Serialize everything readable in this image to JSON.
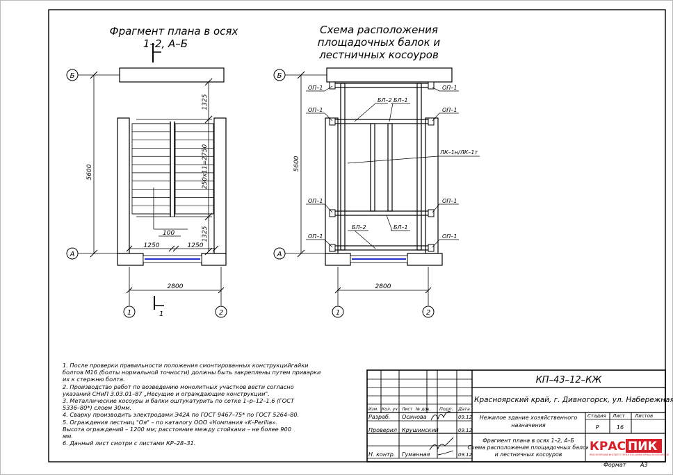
{
  "left_drawing": {
    "title_line1": "Фрагмент плана в осях",
    "title_line2": "1–2, А–Б",
    "axis_top": "Б",
    "axis_bottom": "А",
    "axis_left": "1",
    "axis_right": "2",
    "dim_vertical_total": "5600",
    "dim_top": "1325",
    "dim_mid": "250x11=2750",
    "dim_bottom": "1325",
    "dim_100": "100",
    "dim_1250_left": "1250",
    "dim_1250_right": "1250",
    "dim_width": "2800",
    "section_mark": "1"
  },
  "right_drawing": {
    "title_line1": "Схема расположения",
    "title_line2": "площадочных балок и",
    "title_line3": "лестничных косоуров",
    "axis_top": "Б",
    "axis_bottom": "А",
    "axis_left": "1",
    "axis_right": "2",
    "dim_vertical_total": "5600",
    "dim_width": "2800",
    "op1": "ОП–1",
    "bl1": "БЛ–1",
    "bl2": "БЛ–2",
    "lk": "ЛК–1н/ЛК–1т"
  },
  "notes": [
    "1.  После проверки правильности положения смонтированных конструкцийгайки",
    "болтов М16 (болты нормальной точности) должны быть закреплены путем приварки",
    "их к стержню болта.",
    "2.  Производство работ по возведению монолитных участков  вести согласно",
    "указаний  СНиП 3.03.01–87   „Несущие и ограждающие конструкции\".",
    "3. Металлические косоуры и балки оштукатурить по сетке 1–р–12–1.6 (ГОСТ",
    "5336–80*) слоем 30мм.",
    "4.  Сварку  производить электродами  Э42А по ГОСТ 9467–75* по ГОСТ 5264–80.",
    "5.   Ограждения лестниц \"Оя\" – по каталогу  ООО «Компания «K–Perilla».",
    "      Высота ограждений   –   1200 мм; расстояние между стойками – не более 900",
    "мм.",
    "6.  Данный лист смотри с листами КР–28–31."
  ],
  "stamp": {
    "code": "КП–43–12–КЖ",
    "location": "Красноярский край, г. Дивногорск, ул. Набережная",
    "header_izm": "Изм.",
    "header_kol": "Кол. уч",
    "header_list": "Лист",
    "header_doc": "№ док.",
    "header_sign": "Подп.",
    "header_date": "Дата",
    "row1_role": "Разраб.",
    "row1_name": "Осинова",
    "row1_date": "09.12",
    "row2_role": "Проверил",
    "row2_name": "Крушинский",
    "row2_date": "09.12",
    "row3_role": "Н. контр.",
    "row3_name": "Гуманная",
    "row3_date": "09.12",
    "object_line1": "Нежилое здание хозяйственного",
    "object_line2": "назначения",
    "stage_label": "Стадия",
    "sheet_label": "Лист",
    "sheets_label": "Листов",
    "stage_value": "Р",
    "sheet_value": "16",
    "sheets_value": "",
    "sheet_title_line1": "Фрагмент плана в осях 1–2, А–Б",
    "sheet_title_line2": "Схема расположения площадочных балок",
    "sheet_title_line3": "и лестничных косоуров",
    "logo_left": "КРАС",
    "logo_right": "ПИК",
    "logo_sub": "КРАСНОЯРСКИЙ ИНСТИТУТ ПРОЕКТНО-ИНЖЕНЕРНЫХ КОМПЛЕКСОВ",
    "format_label": "Формат",
    "format_value": "А3"
  },
  "colors": {
    "line": "#000000",
    "accent_blue": "#2233cc",
    "logo_red": "#d8202a"
  }
}
